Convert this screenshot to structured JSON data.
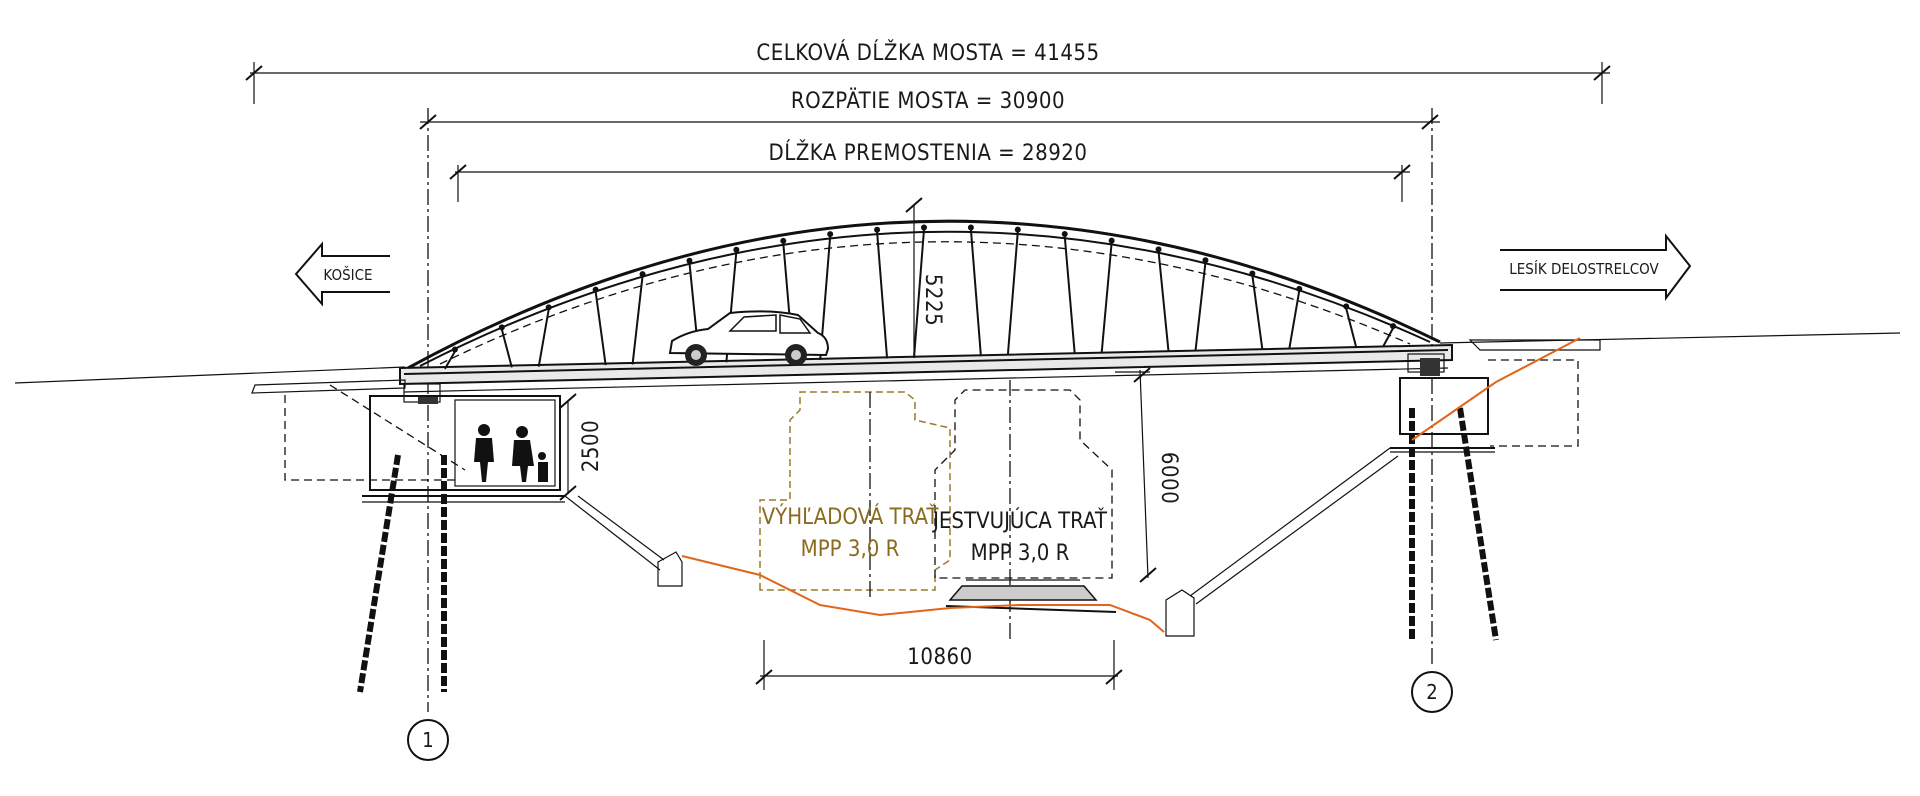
{
  "dimensions": {
    "total_length": "CELKOVÁ DĹŽKA MOSTA = 41455",
    "span": "ROZPÄTIE MOSTA = 30900",
    "crossing_length": "DĹŽKA PREMOSTENIA = 28920",
    "arch_rise": "5225",
    "underpass_height": "2500",
    "clearance_height": "6000",
    "track_spacing": "10860"
  },
  "directions": {
    "left": "KOŠICE",
    "right": "LESÍK DELOSTRELCOV"
  },
  "tracks": {
    "planned": {
      "name": "VÝHĽADOVÁ TRAŤ",
      "profile": "MPP 3,0 R"
    },
    "existing": {
      "name": "JESTVUJÚCA TRAŤ",
      "profile": "MPP 3,0 R"
    }
  },
  "supports": [
    "1",
    "2"
  ],
  "colors": {
    "line": "#111111",
    "planned_track": "#9a7a2a",
    "terrain": "#e0661a"
  },
  "icons": [
    "car-icon",
    "pedestrians-icon",
    "arrow-left-icon",
    "arrow-right-icon"
  ]
}
